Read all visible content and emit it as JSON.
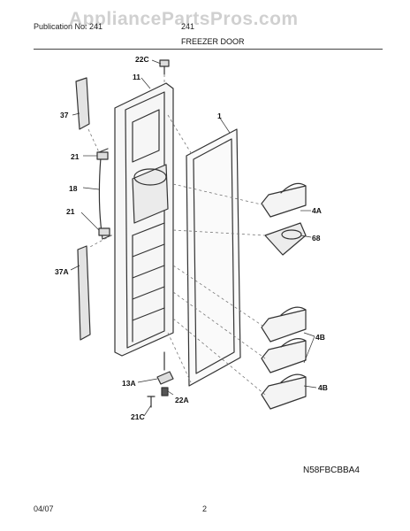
{
  "watermark": "AppliancePartsPros.com",
  "header": {
    "publication_label": "Publication No: 241",
    "center_label": "241",
    "title": "FREEZER DOOR"
  },
  "parts": {
    "p22C_top": "22C",
    "p11": "11",
    "p1": "1",
    "p37": "37",
    "p21_top": "21",
    "p18": "18",
    "p21_bottom": "21",
    "p37A": "37A",
    "p4A": "4A",
    "p68": "68",
    "p4B_top": "4B",
    "p4B_bottom": "4B",
    "p13A": "13A",
    "p22A": "22A",
    "p21C": "21C"
  },
  "model_code": "N58FBCBBA4",
  "footer": {
    "date": "04/07",
    "page": "2"
  }
}
